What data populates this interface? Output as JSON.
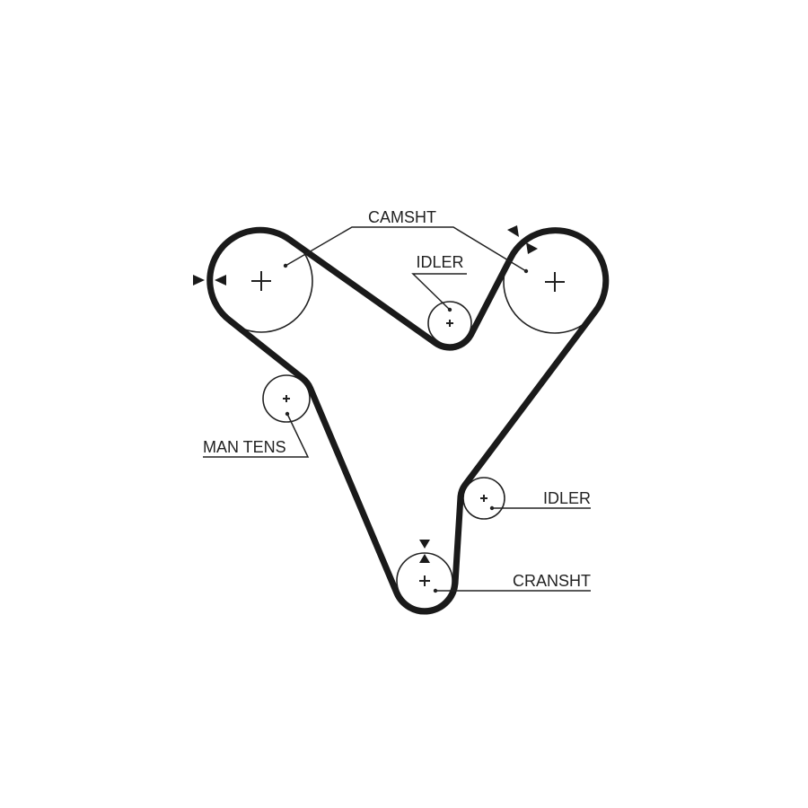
{
  "labels": {
    "camshaft": "CAMSHT",
    "idler_top": "IDLER",
    "manual_tensioner": "MAN TENS",
    "idler_right": "IDLER",
    "crankshaft": "CRANSHT"
  },
  "colors": {
    "belt": "#1a1a1a",
    "line": "#222222",
    "background": "#ffffff"
  }
}
